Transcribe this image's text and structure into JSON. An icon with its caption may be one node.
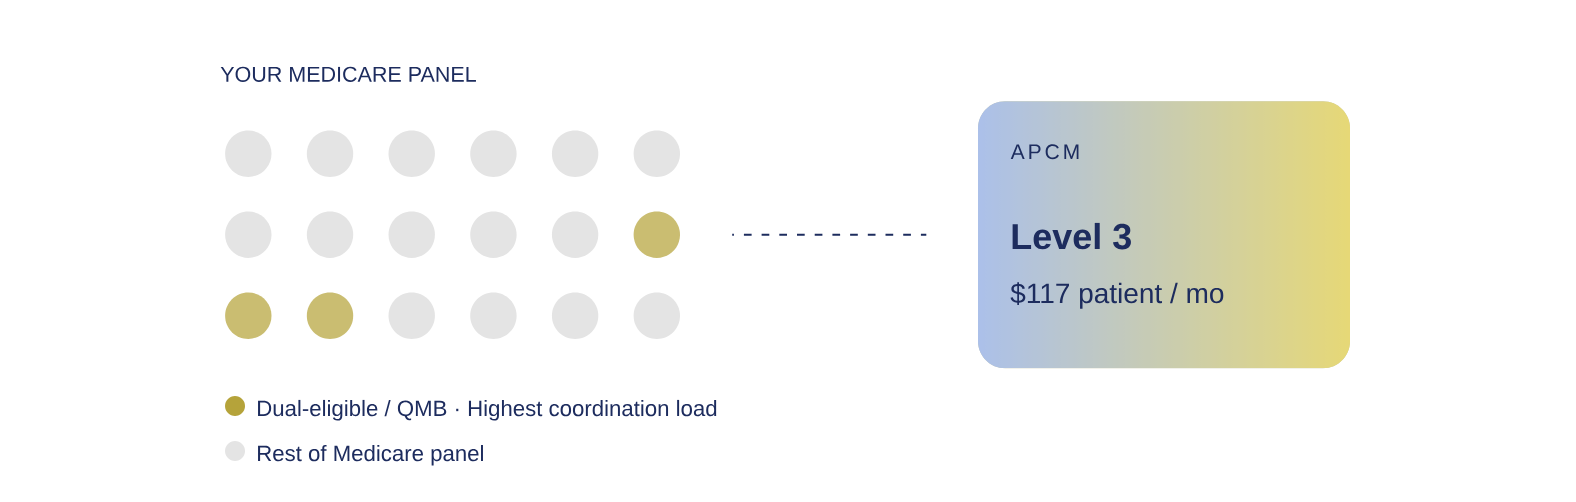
{
  "diagram": {
    "title": "YOUR MEDICARE PANEL",
    "nodes": [
      {
        "text": [],
        "shape": "circle"
      },
      {
        "text": [],
        "shape": "circle"
      },
      {
        "text": [],
        "shape": "circle"
      },
      {
        "text": [],
        "shape": "circle"
      },
      {
        "text": [],
        "shape": "circle"
      },
      {
        "text": [],
        "shape": "circle"
      },
      {
        "text": [],
        "shape": "circle"
      },
      {
        "text": [],
        "shape": "circle"
      },
      {
        "text": [],
        "shape": "circle"
      },
      {
        "text": [],
        "shape": "circle"
      },
      {
        "text": [],
        "shape": "circle"
      },
      {
        "text": [],
        "shape": "circle"
      },
      {
        "text": [],
        "shape": "circle"
      },
      {
        "text": [],
        "shape": "circle"
      },
      {
        "text": [],
        "shape": "circle"
      },
      {
        "text": [],
        "shape": "circle"
      },
      {
        "text": [],
        "shape": "circle"
      },
      {
        "text": [],
        "shape": "circle"
      },
      {
        "text": [
          "APCM",
          "Level 3",
          "$117 patient / mo"
        ]
      }
    ],
    "edges": [
      {
        "from": 11,
        "to": 18,
        "arrow": "none",
        "style": "dashed"
      }
    ],
    "legend": [
      {
        "text": "Dual-eligible / QMB · Highest coordination load",
        "color": "#b5a33a"
      },
      {
        "text": "Rest of Medicare panel",
        "color": "#e4e4e4"
      }
    ]
  }
}
